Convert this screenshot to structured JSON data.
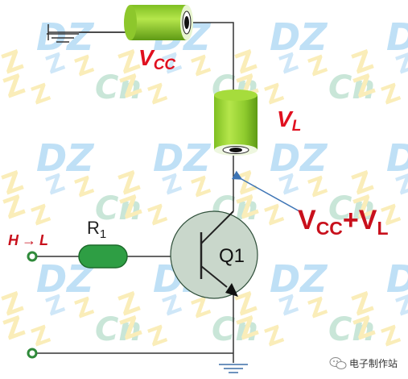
{
  "watermark": {
    "text_dz": "DZ",
    "text_cn": "Cn",
    "text_z": "Z",
    "colors": {
      "dz": "#bfe0f6",
      "zblue": "#cfe7f8",
      "zyellow": "#faedb9",
      "cn": "#c9e6d8"
    }
  },
  "labels": {
    "vcc": {
      "main": "V",
      "sub": "CC",
      "color": "#e0101f"
    },
    "vl": {
      "main": "V",
      "sub": "L",
      "color": "#e0101f"
    },
    "sum": {
      "main1": "V",
      "sub1": "CC",
      "plus": "+",
      "main2": "V",
      "sub2": "L",
      "color": "#c8101c"
    },
    "input": {
      "h": "H",
      "arrow": "→",
      "l": "L",
      "color": "#c8101c"
    },
    "resistor": {
      "main": "R",
      "sub": "1"
    },
    "transistor": "Q1"
  },
  "footer": {
    "icon": "wechat-bubble",
    "text": "电子制作站"
  },
  "colors": {
    "wire": "#333333",
    "green_light": "#a6dc3c",
    "green_dark": "#6dae1a",
    "resistor": "#2e9e44",
    "resistor_edge": "#1d6b2b",
    "transistor_fill": "#c9d7cb",
    "pointer": "#3d74b5",
    "node": "#2f8a3a"
  }
}
